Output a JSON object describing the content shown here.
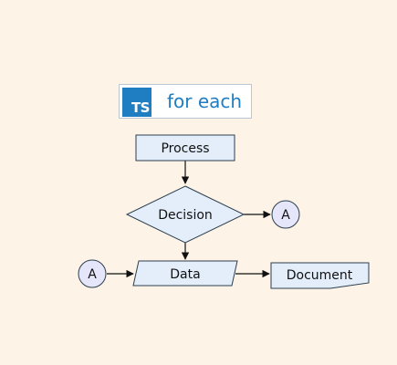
{
  "title": {
    "logo_text": "TS",
    "text": "for each"
  },
  "nodes": {
    "process": "Process",
    "decision": "Decision",
    "connector_out": "A",
    "connector_in": "A",
    "data": "Data",
    "document": "Document"
  },
  "colors": {
    "background": "#fdf3e6",
    "node_fill": "#e3eefa",
    "connector_fill": "#e6e6fa",
    "stroke": "#2c3e50",
    "accent": "#1f7dc1"
  }
}
